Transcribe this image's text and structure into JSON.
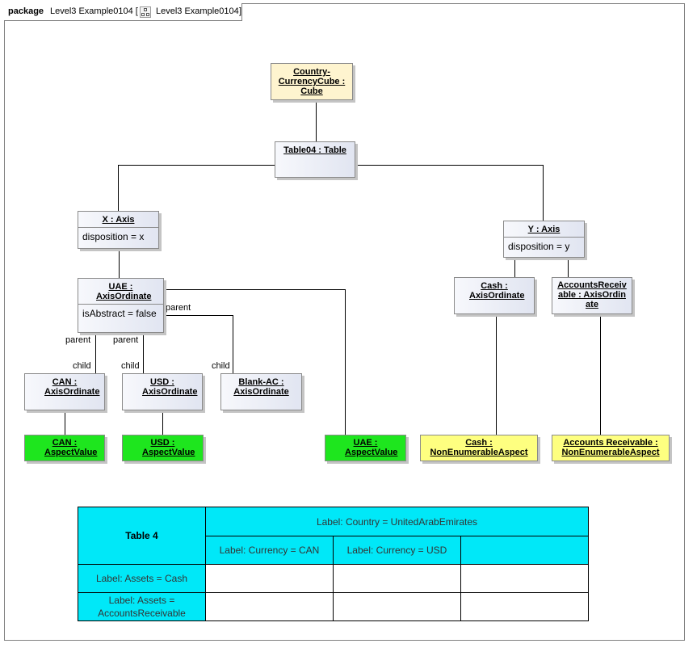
{
  "package": {
    "keyword": "package",
    "name": "Level3 Example0104 [",
    "diagram_name": "Level3 Example0104",
    "close": "]",
    "icon": "class-diagram-icon"
  },
  "nodes": {
    "cube": {
      "title": "Country-CurrencyCube : Cube"
    },
    "table": {
      "title": "Table04 : Table"
    },
    "x_axis": {
      "title": "X : Axis",
      "attr": "disposition = x"
    },
    "y_axis": {
      "title": "Y : Axis",
      "attr": "disposition = y"
    },
    "uae_ord": {
      "title": "UAE : AxisOrdinate",
      "attr": "isAbstract = false"
    },
    "can_ord": {
      "title": "CAN : AxisOrdinate"
    },
    "usd_ord": {
      "title": "USD : AxisOrdinate"
    },
    "blank_ord": {
      "title": "Blank-AC : AxisOrdinate"
    },
    "cash_ord": {
      "title": "Cash : AxisOrdinate"
    },
    "ar_ord": {
      "title": "AccountsReceivable : AxisOrdinate"
    },
    "can_val": {
      "title": "CAN : AspectValue"
    },
    "usd_val": {
      "title": "USD : AspectValue"
    },
    "uae_val": {
      "title": "UAE : AspectValue"
    },
    "cash_aspect": {
      "title": "Cash : NonEnumerableAspect"
    },
    "ar_aspect": {
      "title": "Accounts Receivable : NonEnumerableAspect"
    }
  },
  "edge_labels": {
    "parent": "parent",
    "child": "child"
  },
  "table": {
    "corner": "Table 4",
    "country": "Label: Country = UnitedArabEmirates",
    "currency_can": "Label: Currency = CAN",
    "currency_usd": "Label: Currency = USD",
    "row_cash": "Label: Assets = Cash",
    "row_ar": "Label: Assets = AccountsReceivable"
  },
  "colors": {
    "object_fill": "#e1e5f1",
    "cube_fill": "#fef4cf",
    "aspect_value_fill": "#1ee61e",
    "non_enumerable_fill": "#feff80",
    "table_header_fill": "#00e8f8"
  }
}
